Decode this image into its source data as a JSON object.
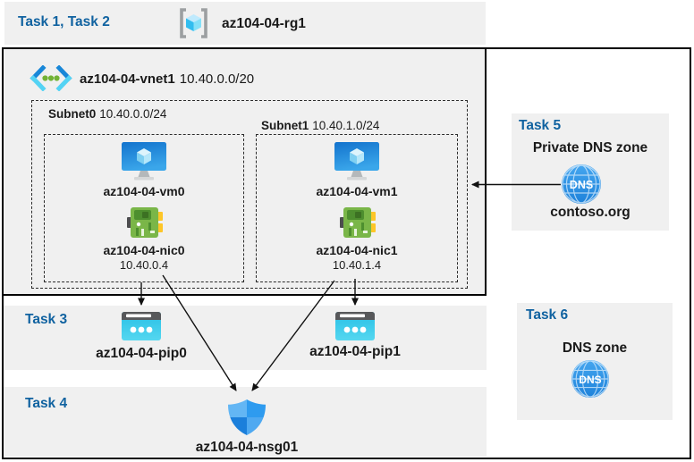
{
  "tasks_band": {
    "label": "Task 1, Task 2"
  },
  "resource_group": {
    "name": "az104-04-rg1"
  },
  "vnet": {
    "name": "az104-04-vnet1",
    "cidr": "10.40.0.0/20",
    "subnets": [
      {
        "name": "Subnet0",
        "cidr": "10.40.0.0/24",
        "vm": "az104-04-vm0",
        "nic": "az104-04-nic0",
        "ip": "10.40.0.4"
      },
      {
        "name": "Subnet1",
        "cidr": "10.40.1.0/24",
        "vm": "az104-04-vm1",
        "nic": "az104-04-nic1",
        "ip": "10.40.1.4"
      }
    ]
  },
  "task3": {
    "label": "Task 3",
    "pip0": "az104-04-pip0",
    "pip1": "az104-04-pip1"
  },
  "task4": {
    "label": "Task 4",
    "nsg": "az104-04-nsg01"
  },
  "task5": {
    "label": "Task 5",
    "title": "Private DNS zone",
    "zone_name": "contoso.org"
  },
  "task6": {
    "label": "Task 6",
    "title": "DNS zone"
  },
  "icons": {
    "resource_group": "resource-group-brackets-cube-icon",
    "vnet": "virtual-network-chevrons-icon",
    "vm": "virtual-machine-monitor-icon",
    "nic": "network-interface-card-icon",
    "pip": "public-ip-address-icon",
    "dns": "dns-globe-icon",
    "nsg": "network-security-group-shield-icon"
  },
  "colors": {
    "task_label_blue": "#1062a0",
    "panel_gray": "#f0f0f0",
    "border_black": "#000000",
    "vm_blue": "#1e86dc",
    "nic_green": "#7ab648",
    "pip_cyan": "#32c7ec",
    "dns_blue": "#2e96e6",
    "shield_blue": "#2f9bee",
    "vnet_chevron_blue": "#1887d8",
    "vnet_dot_green": "#72b235"
  }
}
